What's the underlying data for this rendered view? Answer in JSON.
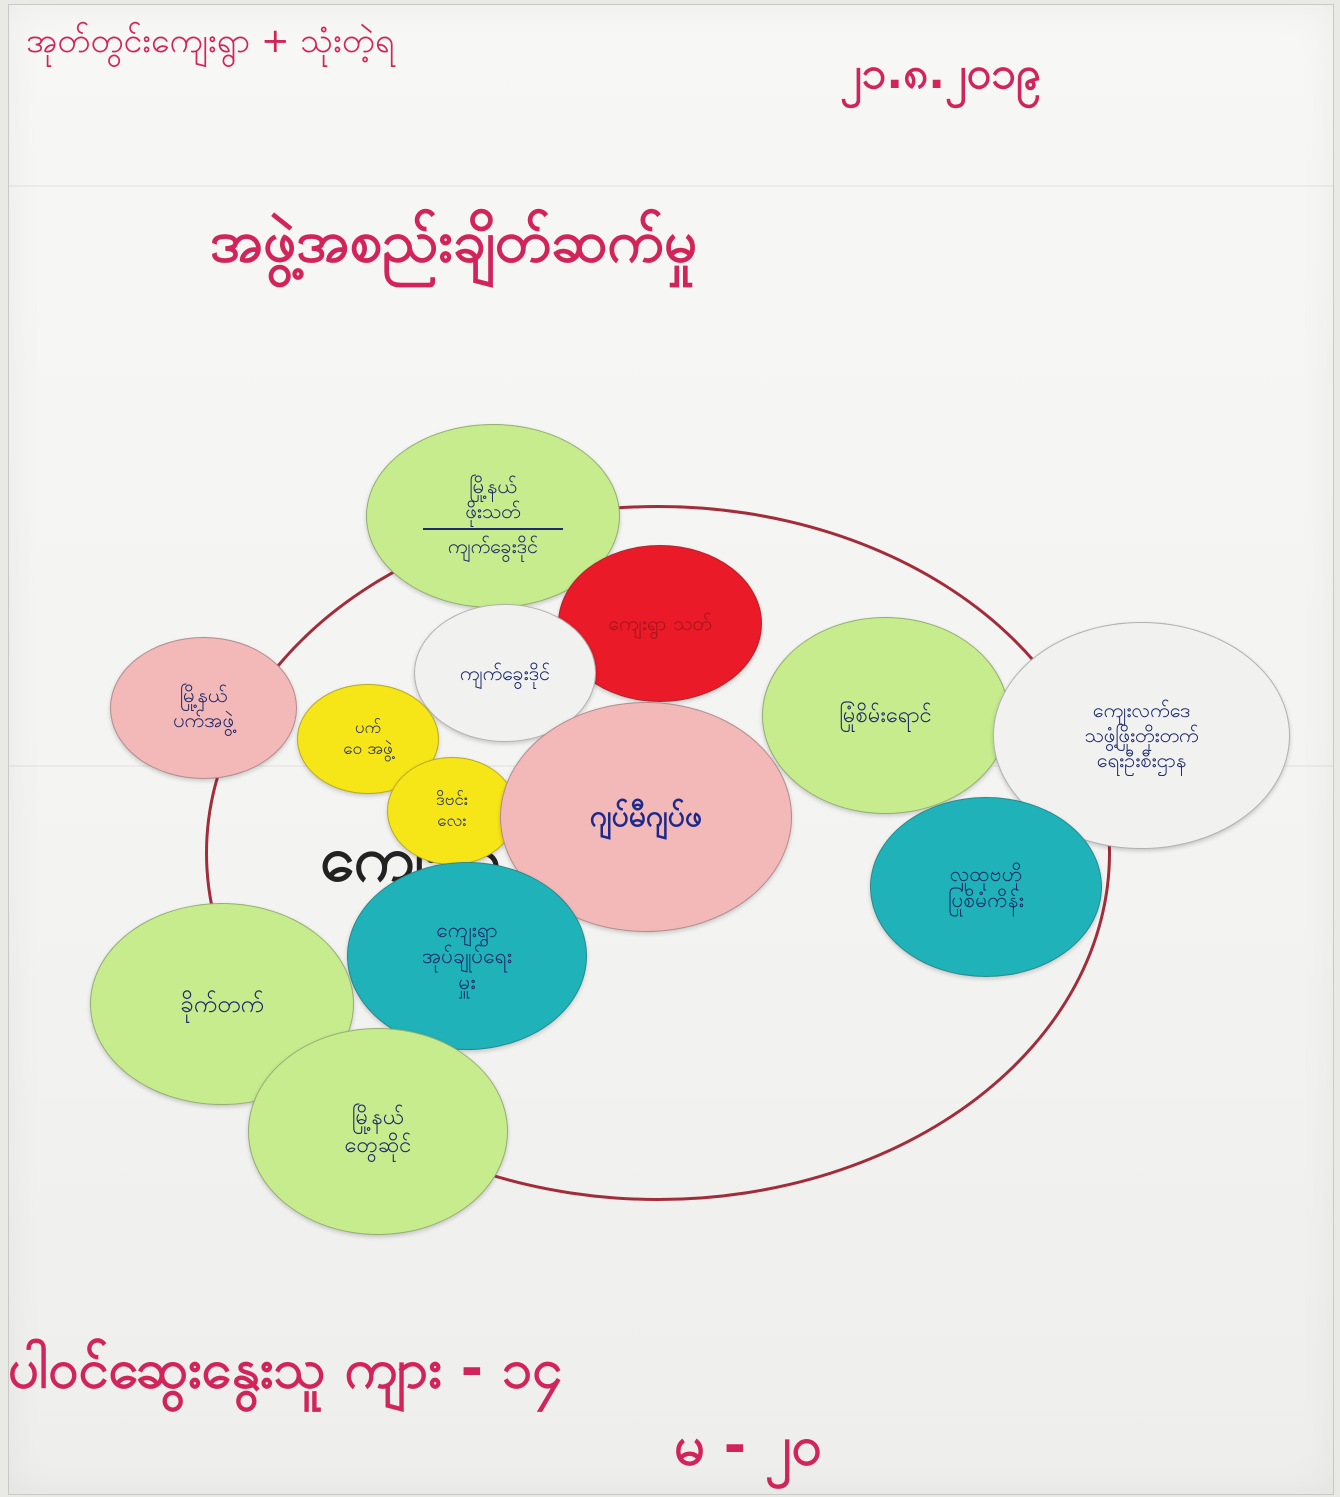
{
  "header": {
    "left_text": "အုတ်တွင်းကျေးရွာ + သုံးတဲ့ရ",
    "date": "၂၁.၈.၂၀၁၉"
  },
  "title": "အဖွဲ့အစည်းချိတ်ဆက်မှု",
  "center_word": "ကျေးရွာ",
  "bubbles": {
    "top_green": {
      "line1": "မြို့နယ်",
      "line2": "ဖိုးသတ်",
      "line3": "ကျက်ခွေးဒိုင်"
    },
    "red": {
      "label": "ကျေးရွာ သတ်"
    },
    "white_small": {
      "label": "ကျက်ခွေးဒိုင်"
    },
    "pink_left": {
      "line1": "မြို့နယ်",
      "line2": "ပက်အဖွဲ့"
    },
    "yellow1": {
      "line1": "ပက်",
      "line2": "ဝေ အဖွဲ့"
    },
    "yellow2": {
      "line1": "ဒိဗင်း",
      "line2": "လေး"
    },
    "pink_center": {
      "label": "ဂျပ်မီဂျပ်ဖ"
    },
    "green_right": {
      "label": "မြုံစိမ်းရောင်"
    },
    "white_right": {
      "line1": "ကျေးလက်ဒေ",
      "line2": "သဖွံ့ဖြိုးတိုးတက်",
      "line3": "ရေးဦးစီးဌာန"
    },
    "teal_right": {
      "line1": "လူထုဗဟို",
      "line2": "ပြုစိမံကိန်း"
    },
    "teal_center": {
      "line1": "ကျေးရွာ",
      "line2": "အုပ်ချုပ်ရေး",
      "line3": "မှူး"
    },
    "green_left": {
      "label": "ခိုက်တက်"
    },
    "green_bottom": {
      "line1": "မြို့နယ်",
      "line2": "တွေဆိုင်"
    }
  },
  "footer": {
    "line1": "ပါဝင်ဆွေးနွေးသူ ကျား - ၁၄",
    "line2": "မ - ၂၀"
  },
  "colors": {
    "ink_red": "#d1245a",
    "bubble_green": "#c6ec8e",
    "bubble_red": "#ea1a28",
    "bubble_pink": "#f3b8b8",
    "bubble_yellow": "#f7e617",
    "bubble_teal": "#1fb3b9",
    "bubble_white": "#f1f1ef"
  }
}
